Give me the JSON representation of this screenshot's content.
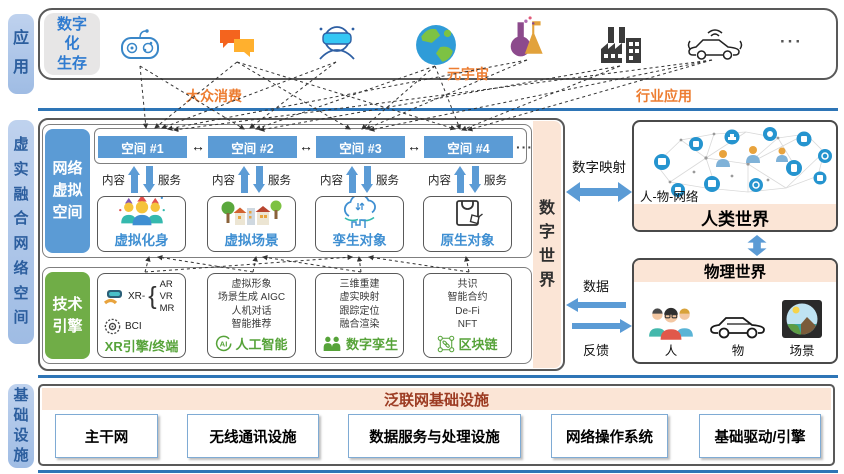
{
  "icons": {
    "double_arrow": "↔",
    "ellipsis": "···",
    "brace": "{",
    "ai_text": "AI"
  },
  "left_labels": {
    "application": "应用",
    "fusion": "虚实融合网络空间",
    "infrastructure": "基础设施"
  },
  "top": {
    "digital_life_lines": [
      "数字",
      "化",
      "生存"
    ],
    "mass_consumption": "大众消费",
    "metaverse": "元宇宙",
    "industry_application": "行业应用"
  },
  "middle": {
    "digital_world": "数字世界",
    "virtual_space_label": "网络虚拟空间",
    "tech_engine_label": "技术引擎",
    "content_label": "内容",
    "service_label": "服务",
    "spaces": [
      {
        "label": "空间 #1"
      },
      {
        "label": "空间 #2"
      },
      {
        "label": "空间 #3"
      },
      {
        "label": "空间 #4"
      }
    ],
    "objects": [
      {
        "label": "虚拟化身"
      },
      {
        "label": "虚拟场景"
      },
      {
        "label": "孪生对象"
      },
      {
        "label": "原生对象"
      }
    ],
    "engines": [
      {
        "label": "XR引擎/终端",
        "xr_prefix": "XR-",
        "xr_modes": [
          "AR",
          "VR",
          "MR"
        ],
        "bci": "BCI"
      },
      {
        "label": "人工智能",
        "items": [
          "虚拟形象",
          "场景生成 AIGC",
          "人机对话",
          "智能推荐"
        ]
      },
      {
        "label": "数字孪生",
        "items": [
          "三维重建",
          "虚实映射",
          "跟踪定位",
          "融合渲染"
        ]
      },
      {
        "label": "区块链",
        "items": [
          "共识",
          "智能合约",
          "De-Fi",
          "NFT"
        ]
      }
    ]
  },
  "right": {
    "digital_mapping": "数字映射",
    "human_world_title": "人类世界",
    "network_label": "人-物-网络",
    "physical_world_title": "物理世界",
    "physical_items": [
      {
        "label": "人"
      },
      {
        "label": "物"
      },
      {
        "label": "场景"
      }
    ],
    "data_label": "数据",
    "feedback_label": "反馈"
  },
  "bottom": {
    "title": "泛联网基础设施",
    "items": [
      {
        "label": "主干网"
      },
      {
        "label": "无线通讯设施"
      },
      {
        "label": "数据服务与处理设施"
      },
      {
        "label": "网络操作系统"
      },
      {
        "label": "基础驱动/引擎"
      }
    ]
  },
  "colors": {
    "blue": "#5b9bd5",
    "green": "#70ad47",
    "peach": "#fbe5d6",
    "orange": "#ed7d31",
    "separator": "#2e75b6"
  }
}
